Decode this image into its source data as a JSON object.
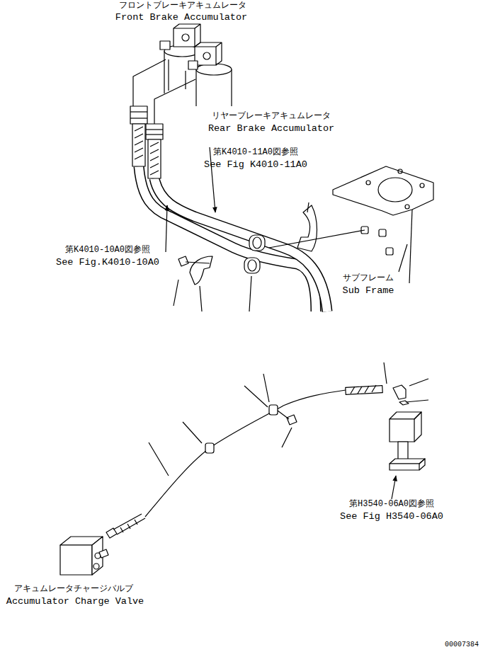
{
  "diagram": {
    "labels": [
      "フロントブレーキアキュムレータ",
      "Front Brake Accumulator",
      "リヤーブレーキアキュムレータ",
      "Rear Brake Accumulator",
      "第K4010-11A0図参照",
      "See Fig K4010-11A0",
      "第K4010-10A0図参照",
      "See Fig.K4010-10A0",
      "サブフレーム",
      "Sub Frame",
      "第H3540-06A0図参照",
      "See Fig H3540-06A0",
      "アキュムレータチャージバルブ",
      "Accumulator Charge Valve",
      "00007384"
    ]
  }
}
